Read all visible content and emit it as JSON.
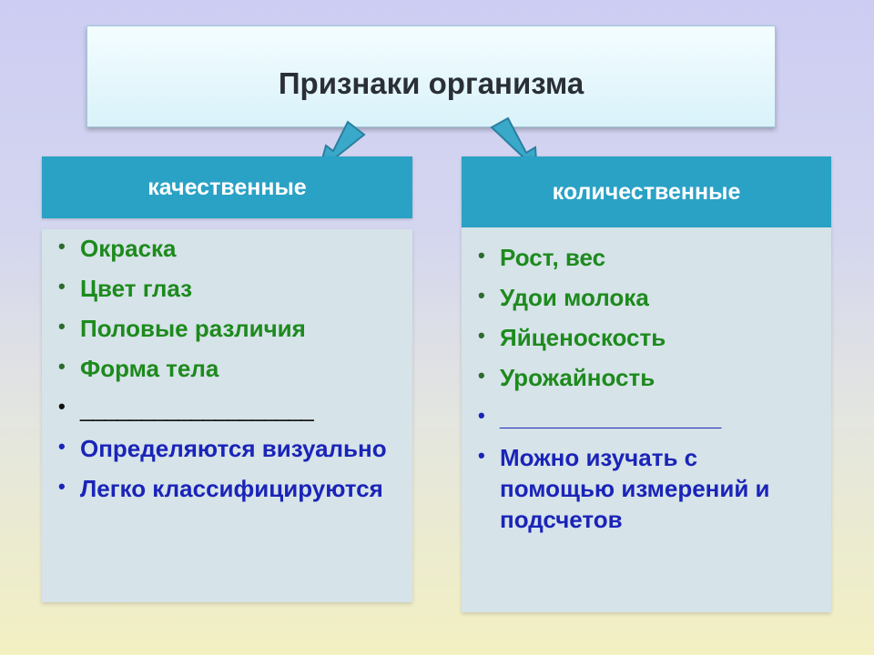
{
  "title": "Признаки организма",
  "colors": {
    "header_bg": "#2aa2c6",
    "body_bg": "#d6e3e9",
    "green_text": "#1d8a1d",
    "blue_text": "#1a24b8",
    "arrow": "#3aa9c9"
  },
  "left": {
    "header": "качественные",
    "items": [
      {
        "text": "Окраска",
        "color": "green"
      },
      {
        "text": "Цвет глаз",
        "color": "green"
      },
      {
        "text": "Половые различия",
        "color": "green"
      },
      {
        "text": "Форма тела",
        "color": "green"
      },
      {
        "text": "___________________",
        "color": "black"
      },
      {
        "text": "Определяются визуально",
        "color": "blue"
      },
      {
        "text": "Легко классифицируются",
        "color": "blue"
      }
    ]
  },
  "right": {
    "header": "количественные",
    "items": [
      {
        "text": "Рост, вес",
        "color": "green"
      },
      {
        "text": "Удои молока",
        "color": "green"
      },
      {
        "text": "Яйценоскость",
        "color": "green"
      },
      {
        "text": "Урожайность",
        "color": "green"
      },
      {
        "text": "__________________",
        "color": "blue"
      },
      {
        "text": "Можно изучать с помощью измерений и подсчетов",
        "color": "blue"
      }
    ]
  }
}
